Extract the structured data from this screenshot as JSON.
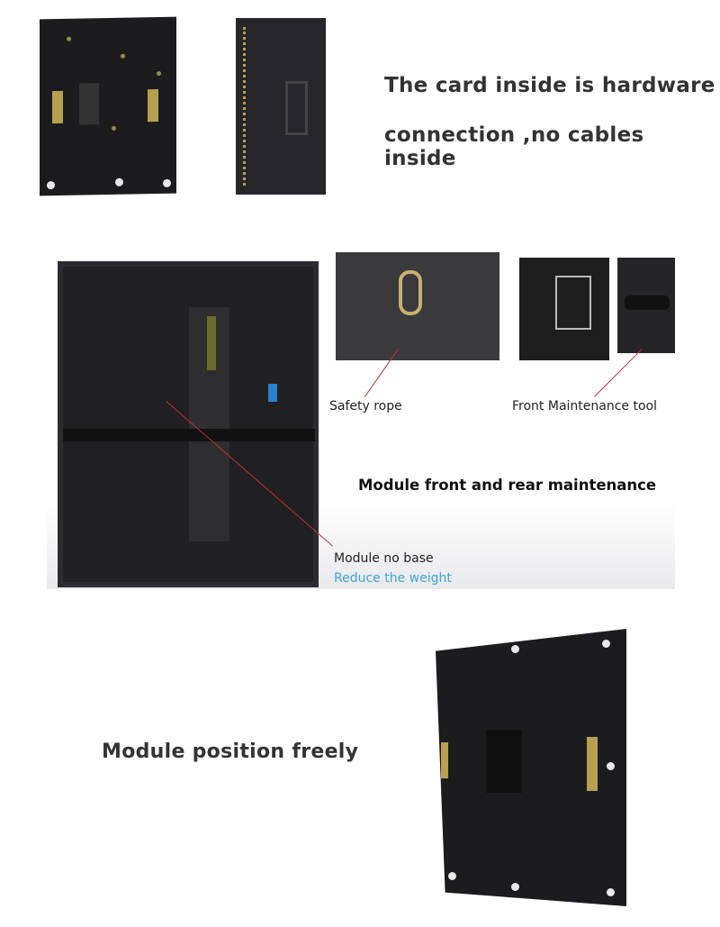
{
  "section1": {
    "text_line1": "The card inside is hardware",
    "text_line2": "connection ,no cables inside"
  },
  "section2": {
    "safety_label": "Safety rope",
    "front_tool_label": "Front Maintenance tool",
    "heading": "Module front and rear maintenance",
    "no_base_label": "Module no base",
    "reduce_weight_label": "Reduce the weight"
  },
  "section3": {
    "heading": "Module position freely"
  },
  "colors": {
    "accent_blue": "#3aa6d8",
    "pointer_red": "#c0303a",
    "panel": "#1c1c1e"
  }
}
